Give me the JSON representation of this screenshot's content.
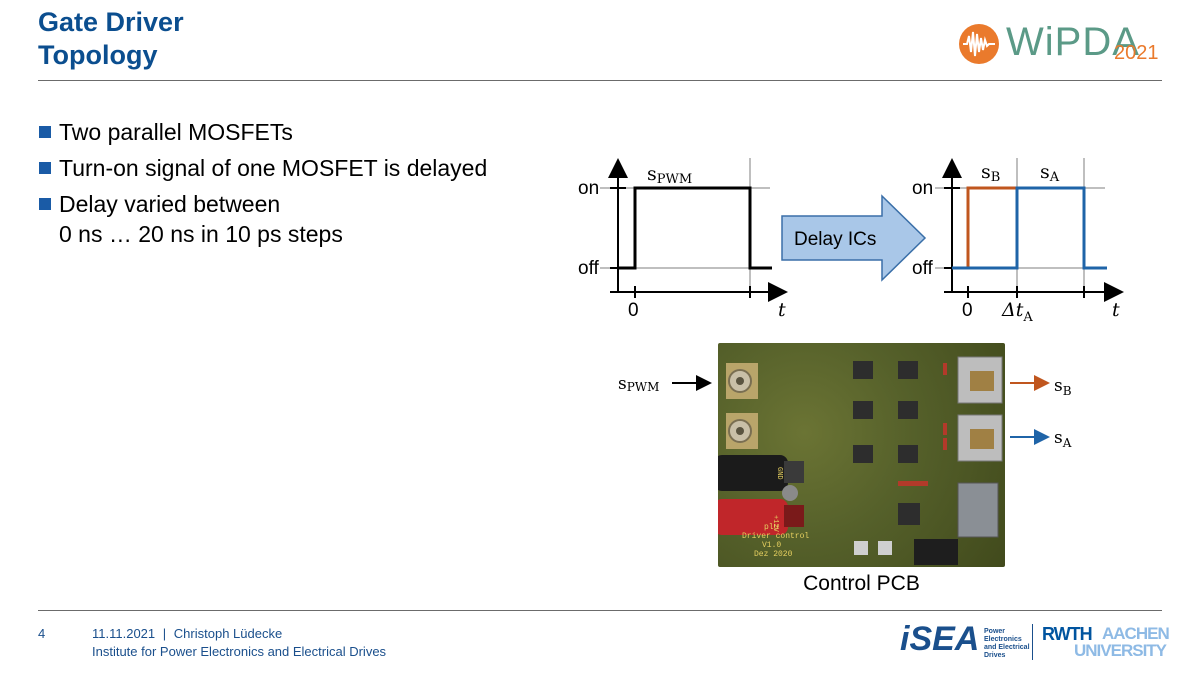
{
  "header": {
    "title_line1": "Gate Driver",
    "title_line2": "Topology",
    "logo_text": "WiPDA",
    "logo_year": "2021"
  },
  "bullets": [
    {
      "text": "Two parallel MOSFETs"
    },
    {
      "text": "Turn-on signal of one MOSFET is delayed"
    },
    {
      "text": "Delay varied between",
      "continuation": "0 ns … 20 ns in 10 ps steps"
    }
  ],
  "diagram": {
    "left": {
      "signal": "s",
      "signal_sub": "PWM",
      "on": "on",
      "off": "off",
      "zero": "0",
      "t": "t"
    },
    "arrow_label": "Delay ICs",
    "right": {
      "sig_b": "s",
      "sig_b_sub": "B",
      "sig_a": "s",
      "sig_a_sub": "A",
      "on": "on",
      "off": "off",
      "zero": "0",
      "delta": "Δt",
      "delta_sub": "A",
      "t": "t"
    },
    "colors": {
      "s_b": "#c0561e",
      "s_a": "#1f64a8",
      "arrow_fill": "#a9c7e8",
      "arrow_stroke": "#3a6fa8"
    }
  },
  "pcb": {
    "input_label": "s",
    "input_sub": "PWM",
    "out_b": "s",
    "out_b_sub": "B",
    "out_a": "s",
    "out_a_sub": "A",
    "caption": "Control PCB",
    "silk_lines": [
      "plu",
      "Driver control",
      "V1.0",
      "Dez 2020"
    ],
    "silk_gnd": "GND",
    "silk_12v": "+12V"
  },
  "footer": {
    "page": "4",
    "date": "11.11.2021",
    "separator": "|",
    "author": "Christoph Lüdecke",
    "institute": "Institute for Power Electronics and Electrical Drives",
    "isea": "iSEA",
    "isea_desc": [
      "Power",
      "Electronics",
      "and Electrical",
      "Drives"
    ],
    "rwth": "RWTH",
    "aachen": "AACHEN",
    "university": "UNIVERSITY"
  }
}
